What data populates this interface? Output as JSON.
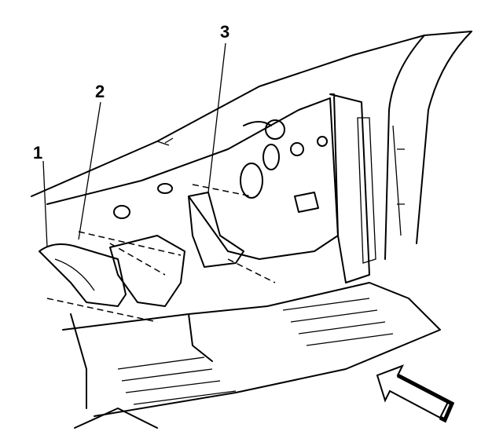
{
  "callouts": [
    {
      "label": "1"
    },
    {
      "label": "2"
    },
    {
      "label": "3"
    }
  ],
  "colors": {
    "line": "#000000",
    "background": "#ffffff"
  },
  "icons": {
    "view_direction": "arrow-icon"
  }
}
